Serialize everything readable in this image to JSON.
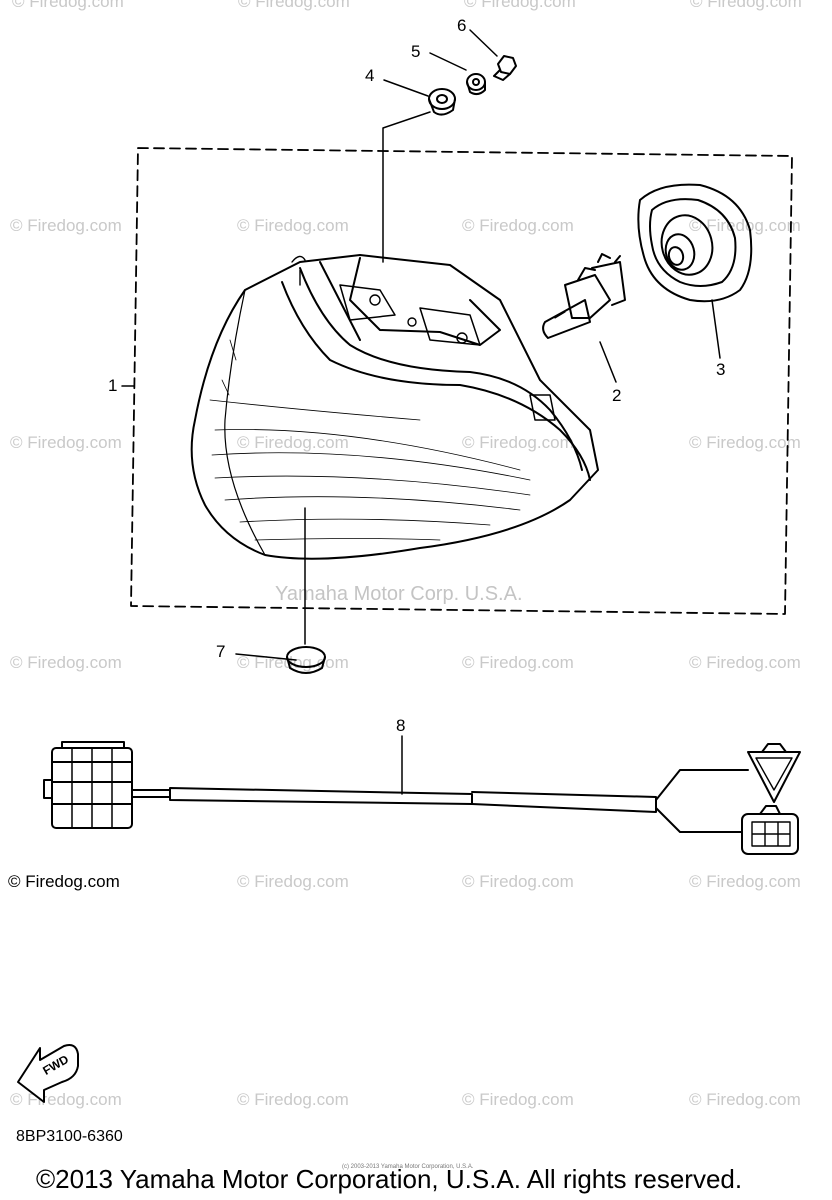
{
  "watermark": {
    "text": "© Firedog.com",
    "brand": "Yamaha Motor Corp. U.S.A.",
    "credit": "© Firedog.com"
  },
  "callouts": {
    "n1": "1",
    "n2": "2",
    "n3": "3",
    "n4": "4",
    "n5": "5",
    "n6": "6",
    "n7": "7",
    "n8": "8"
  },
  "fwd_label": "FWD",
  "diagram_code": "8BP3100-6360",
  "tiny_notice": "(c) 2003-2013 Yamaha Motor Corporation, U.S.A.",
  "copyright": "©2013 Yamaha Motor Corporation, U.S.A. All rights reserved.",
  "colors": {
    "line": "#000000",
    "watermark": "#c9c9c9"
  }
}
